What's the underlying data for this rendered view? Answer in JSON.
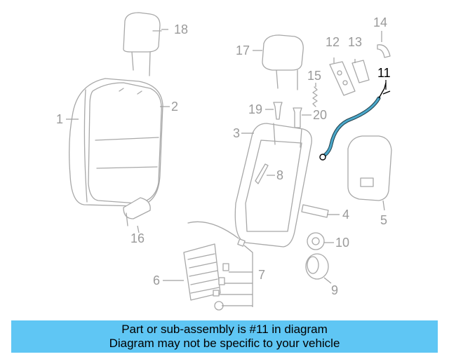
{
  "diagram": {
    "callouts": {
      "c1": "1",
      "c2": "2",
      "c3": "3",
      "c4": "4",
      "c5": "5",
      "c6": "6",
      "c7": "7",
      "c8": "8",
      "c9": "9",
      "c10": "10",
      "c11": "11",
      "c12": "12",
      "c13": "13",
      "c14": "14",
      "c15": "15",
      "c16": "16",
      "c17": "17",
      "c18": "18",
      "c19": "19",
      "c20": "20"
    },
    "highlighted_part": "11",
    "colors": {
      "highlight": "#000000",
      "parts": "#a8a8a8",
      "highlight_part_fill": "#4aa7c9"
    }
  },
  "banner": {
    "line1": "Part or sub-assembly is #11 in diagram",
    "line2": "Diagram may not be specific to your vehicle",
    "background": "#5fc6f4"
  }
}
